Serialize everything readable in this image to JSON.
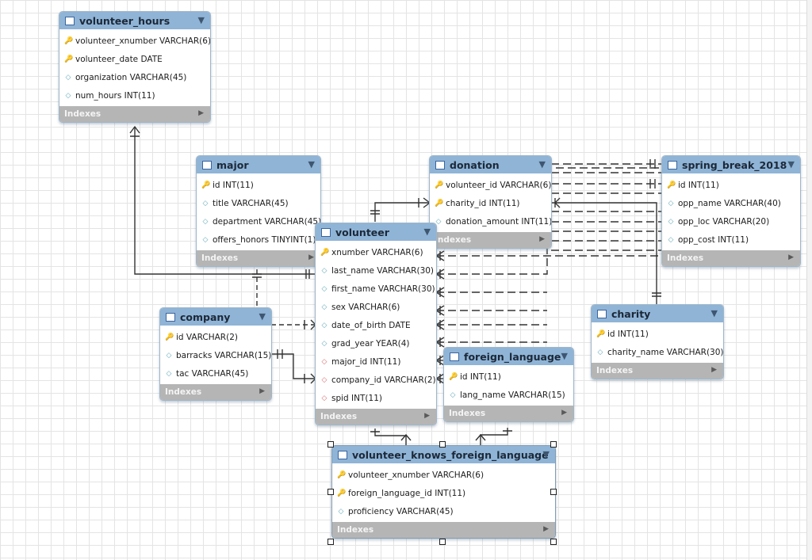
{
  "diagram": {
    "tables": [
      {
        "id": "volunteer_hours",
        "name": "volunteer_hours",
        "columns": [
          {
            "text": "volunteer_xnumber VARCHAR(6)",
            "icon": "primary-foreign-key-icon"
          },
          {
            "text": "volunteer_date DATE",
            "icon": "primary-key-icon"
          },
          {
            "text": "organization VARCHAR(45)",
            "icon": "attribute-icon"
          },
          {
            "text": "num_hours INT(11)",
            "icon": "attribute-icon"
          }
        ],
        "indexes_label": "Indexes"
      },
      {
        "id": "major",
        "name": "major",
        "columns": [
          {
            "text": "id INT(11)",
            "icon": "primary-key-icon"
          },
          {
            "text": "title VARCHAR(45)",
            "icon": "attribute-icon"
          },
          {
            "text": "department VARCHAR(45)",
            "icon": "attribute-icon"
          },
          {
            "text": "offers_honors TINYINT(1)",
            "icon": "attribute-icon"
          }
        ],
        "indexes_label": "Indexes"
      },
      {
        "id": "donation",
        "name": "donation",
        "columns": [
          {
            "text": "volunteer_id VARCHAR(6)",
            "icon": "primary-foreign-key-icon"
          },
          {
            "text": "charity_id INT(11)",
            "icon": "primary-foreign-key-icon"
          },
          {
            "text": "donation_amount INT(11)",
            "icon": "attribute-icon"
          }
        ],
        "indexes_label": "Indexes"
      },
      {
        "id": "spring_break_2018",
        "name": "spring_break_2018",
        "columns": [
          {
            "text": "id INT(11)",
            "icon": "primary-key-icon"
          },
          {
            "text": "opp_name VARCHAR(40)",
            "icon": "attribute-icon"
          },
          {
            "text": "opp_loc VARCHAR(20)",
            "icon": "attribute-icon"
          },
          {
            "text": "opp_cost INT(11)",
            "icon": "attribute-icon"
          }
        ],
        "indexes_label": "Indexes"
      },
      {
        "id": "volunteer",
        "name": "volunteer",
        "columns": [
          {
            "text": "xnumber VARCHAR(6)",
            "icon": "primary-key-icon"
          },
          {
            "text": "last_name VARCHAR(30)",
            "icon": "attribute-icon"
          },
          {
            "text": "first_name VARCHAR(30)",
            "icon": "attribute-icon"
          },
          {
            "text": "sex VARCHAR(6)",
            "icon": "attribute-icon"
          },
          {
            "text": "date_of_birth DATE",
            "icon": "attribute-icon"
          },
          {
            "text": "grad_year YEAR(4)",
            "icon": "attribute-icon"
          },
          {
            "text": "major_id INT(11)",
            "icon": "foreign-key-icon"
          },
          {
            "text": "company_id VARCHAR(2)",
            "icon": "foreign-key-icon"
          },
          {
            "text": "spid INT(11)",
            "icon": "foreign-key-icon"
          }
        ],
        "indexes_label": "Indexes"
      },
      {
        "id": "company",
        "name": "company",
        "columns": [
          {
            "text": "id VARCHAR(2)",
            "icon": "primary-key-icon"
          },
          {
            "text": "barracks VARCHAR(15)",
            "icon": "attribute-icon"
          },
          {
            "text": "tac VARCHAR(45)",
            "icon": "attribute-icon"
          }
        ],
        "indexes_label": "Indexes"
      },
      {
        "id": "charity",
        "name": "charity",
        "columns": [
          {
            "text": "id INT(11)",
            "icon": "primary-key-icon"
          },
          {
            "text": "charity_name VARCHAR(30)",
            "icon": "attribute-icon"
          }
        ],
        "indexes_label": "Indexes"
      },
      {
        "id": "foreign_language",
        "name": "foreign_language",
        "columns": [
          {
            "text": "id INT(11)",
            "icon": "primary-key-icon"
          },
          {
            "text": "lang_name VARCHAR(15)",
            "icon": "attribute-icon"
          }
        ],
        "indexes_label": "Indexes"
      },
      {
        "id": "volunteer_knows_foreign_language",
        "name": "volunteer_knows_foreign_language",
        "columns": [
          {
            "text": "volunteer_xnumber VARCHAR(6)",
            "icon": "primary-foreign-key-icon"
          },
          {
            "text": "foreign_language_id INT(11)",
            "icon": "primary-foreign-key-icon"
          },
          {
            "text": "proficiency VARCHAR(45)",
            "icon": "attribute-icon"
          }
        ],
        "indexes_label": "Indexes"
      }
    ],
    "colors": {
      "header": "#8fb4d6",
      "indexes_bar": "#b5b5b5",
      "primary_key": "#e8c21e",
      "primary_foreign_key": "#d84a4a",
      "attribute": "#62a9b9",
      "foreign_key": "#d86a6a",
      "relationship_line": "#333333"
    }
  }
}
